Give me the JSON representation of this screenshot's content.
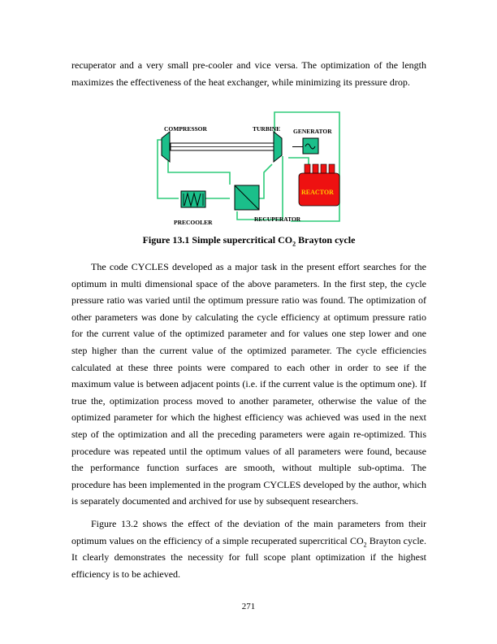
{
  "paragraphs": {
    "p1": "recuperator and a very small pre-cooler and vice versa.  The optimization of the length maximizes the effectiveness of the heat exchanger, while minimizing its pressure drop.",
    "p2": "The code CYCLES developed as a major task in the present effort searches for the optimum in multi dimensional space of the above parameters.  In the first step, the cycle pressure ratio was varied until the optimum pressure ratio was found.  The optimization of other parameters was done by calculating the cycle efficiency at optimum pressure ratio for the current value of the optimized parameter and for values one step lower and one step higher than the current value of the optimized parameter.  The cycle efficiencies calculated at these three points were compared to each other in order to see if the maximum value is between adjacent points (i.e. if the current value is the optimum one).  If true the, optimization process moved to another parameter, otherwise the value of the optimized parameter for which the highest efficiency was achieved was used in the next step of the optimization and all the preceding parameters were again re-optimized.  This procedure was repeated until the optimum values of all parameters were found, because the performance function surfaces are smooth, without multiple sub-optima.   The procedure has been implemented in the program CYCLES developed by the author, which is separately documented and archived for use by subsequent researchers.",
    "p3_before": "Figure 13.2 shows the effect of the deviation of the main parameters from their optimum values on the efficiency of a simple recuperated supercritical CO",
    "p3_sub": "2",
    "p3_after": " Brayton cycle.  It clearly demonstrates the necessity for full scope plant optimization if the highest efficiency is to be achieved."
  },
  "figure": {
    "labels": {
      "compressor": "COMPRESSOR",
      "turbine": "TURBINE",
      "generator": "GENERATOR",
      "reactor": "REACTOR",
      "recuperator": "RECUPERATOR",
      "precooler": "PRECOOLER"
    },
    "colors": {
      "component": "#1bbf8a",
      "pipe": "#2ecc7a",
      "reactor": "#ee1111",
      "reactor_text": "#ffcc00"
    },
    "caption_before": "Figure 13.1 Simple supercritical CO",
    "caption_sub": "2",
    "caption_after": " Brayton cycle"
  },
  "page_number": "271"
}
